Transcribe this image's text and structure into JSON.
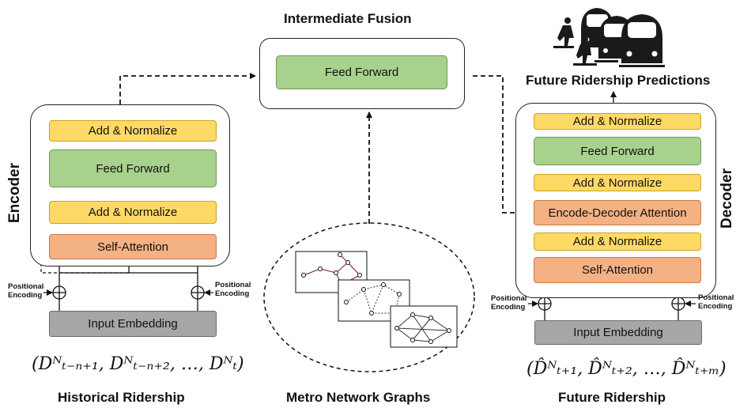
{
  "fusion": {
    "title": "Intermediate Fusion",
    "ffn": "Feed Forward"
  },
  "encoder": {
    "label": "Encoder",
    "add_norm_top": "Add & Normalize",
    "ffn": "Feed Forward",
    "add_norm_bottom": "Add & Normalize",
    "self_attention": "Self-Attention",
    "positional_left": [
      "Positional",
      "Encoding"
    ],
    "positional_right": [
      "Positional",
      "Encoding"
    ],
    "input_embedding": "Input Embedding",
    "input_formula": "(Dᴺₜ₋ₙ₊₁, Dᴺₜ₋ₙ₊₂, …, Dᴺₜ)",
    "caption": "Historical Ridership"
  },
  "graphs": {
    "caption": "Metro Network Graphs"
  },
  "decoder": {
    "label": "Decoder",
    "predictions_title": "Future Ridership Predictions",
    "add_norm_1": "Add & Normalize",
    "ffn": "Feed Forward",
    "add_norm_2": "Add & Normalize",
    "enc_dec_attention": "Encode-Decoder Attention",
    "add_norm_3": "Add & Normalize",
    "self_attention": "Self-Attention",
    "positional_left": [
      "Positional",
      "Encoding"
    ],
    "positional_right": [
      "Positional",
      "Encoding"
    ],
    "input_embedding": "Input Embedding",
    "input_formula": "(D̂ᴺₜ₊₁, D̂ᴺₜ₊₂, …, D̂ᴺₜ₊ₘ)",
    "caption": "Future Ridership"
  },
  "colors": {
    "add_norm": "#ffd966",
    "feed_forward": "#a9d18e",
    "attention": "#f4b183",
    "embedding": "#a6a6a6"
  },
  "icons": [
    "metro-train-icon",
    "network-graph-icon",
    "circled-plus-icon"
  ]
}
